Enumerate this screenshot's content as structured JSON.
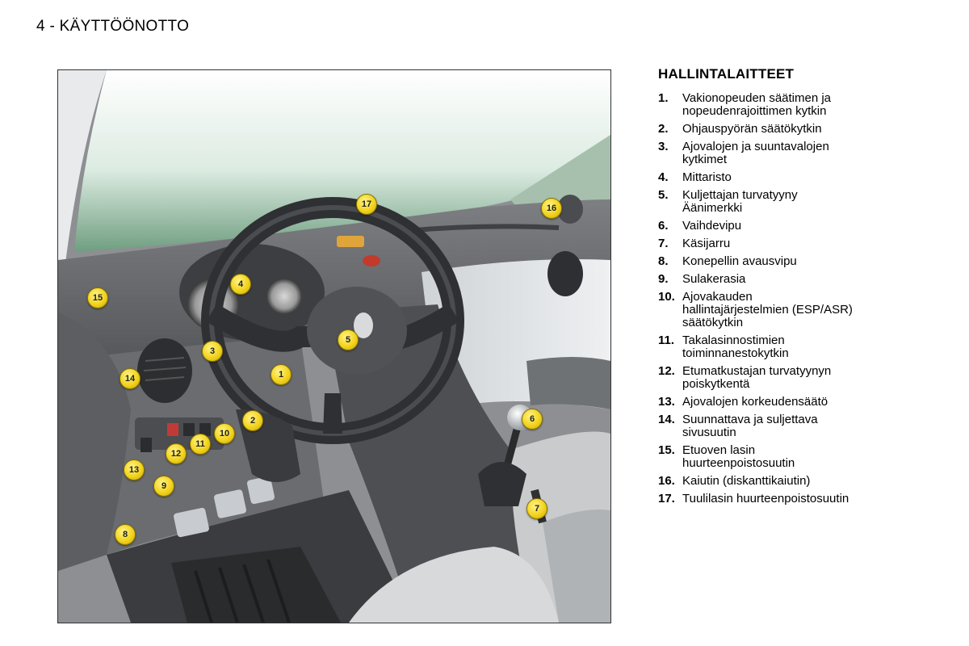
{
  "header": {
    "title": "4 - KÄYTTÖÖNOTTO"
  },
  "figure": {
    "callouts": [
      "17",
      "16",
      "15",
      "4",
      "5",
      "3",
      "1",
      "14",
      "2",
      "10",
      "11",
      "12",
      "13",
      "9",
      "6",
      "7",
      "8"
    ]
  },
  "legend": {
    "title": "HALLINTALAITTEET",
    "items": [
      {
        "num": "1.",
        "lines": [
          "Vakionopeuden säätimen ja",
          "nopeudenrajoittimen kytkin"
        ]
      },
      {
        "num": "2.",
        "lines": [
          "Ohjauspyörän säätökytkin"
        ]
      },
      {
        "num": "3.",
        "lines": [
          "Ajovalojen ja suuntavalojen",
          "kytkimet"
        ]
      },
      {
        "num": "4.",
        "lines": [
          "Mittaristo"
        ]
      },
      {
        "num": "5.",
        "lines": [
          "Kuljettajan turvatyyny",
          "Äänimerkki"
        ]
      },
      {
        "num": "6.",
        "lines": [
          "Vaihdevipu"
        ]
      },
      {
        "num": "7.",
        "lines": [
          "Käsijarru"
        ]
      },
      {
        "num": "8.",
        "lines": [
          "Konepellin avausvipu"
        ]
      },
      {
        "num": "9.",
        "lines": [
          "Sulakerasia"
        ]
      },
      {
        "num": "10.",
        "lines": [
          "Ajovakauden",
          "hallintajärjestelmien (ESP/ASR)",
          "säätökytkin"
        ]
      },
      {
        "num": "11.",
        "lines": [
          "Takalasinnostimien",
          "toiminnanestokytkin"
        ]
      },
      {
        "num": "12.",
        "lines": [
          "Etumatkustajan turvatyynyn",
          "poiskytkentä"
        ]
      },
      {
        "num": "13.",
        "lines": [
          "Ajovalojen korkeudensäätö"
        ]
      },
      {
        "num": "14.",
        "lines": [
          "Suunnattava ja suljettava",
          "sivusuutin"
        ]
      },
      {
        "num": "15.",
        "lines": [
          "Etuoven lasin",
          "huurteenpoistosuutin"
        ]
      },
      {
        "num": "16.",
        "lines": [
          "Kaiutin (diskanttikaiutin)"
        ]
      },
      {
        "num": "17.",
        "lines": [
          "Tuulilasin huurteenpoistosuutin"
        ]
      }
    ]
  }
}
